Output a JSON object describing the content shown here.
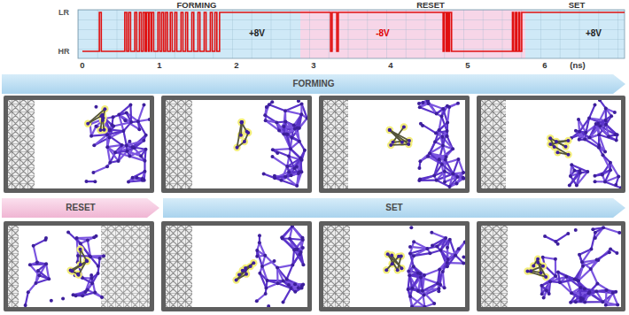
{
  "diagram": {
    "nodes": [
      {
        "text": [
          "FORMING"
        ]
      },
      {
        "text": [
          "RESET"
        ]
      },
      {
        "text": [
          "SET"
        ]
      }
    ],
    "labels": [
      "FORMING",
      "RESET",
      "SET",
      "LR",
      "HR",
      "+8V",
      "-8V",
      "+8V",
      "0",
      "1",
      "2",
      "3",
      "4",
      "5",
      "6",
      "(ns)"
    ]
  }
}
